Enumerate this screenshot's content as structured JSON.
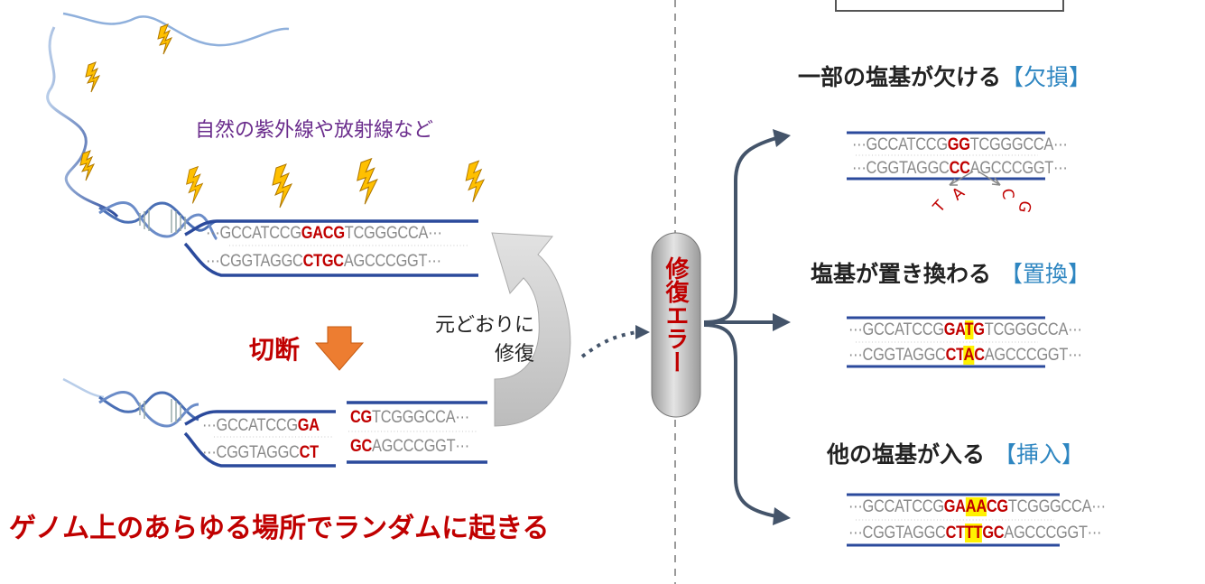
{
  "cause_label": "自然の紫外線や放射線など",
  "cut_label": "切断",
  "repair_label_line1": "元どおりに",
  "repair_label_line2": "修復",
  "repair_error_label": "修復エラー",
  "random_label": "ゲノム上のあらゆる場所でランダムに起きる",
  "top_strand": {
    "upper": [
      {
        "t": "···GCCATCCG"
      },
      {
        "t": "GACG",
        "c": "r"
      },
      {
        "t": "TCGGGCCA···"
      }
    ],
    "lower": [
      {
        "t": "···CGGTAGGC"
      },
      {
        "t": "CTGC",
        "c": "r"
      },
      {
        "t": "AGCCCGGT···"
      }
    ]
  },
  "broken_left": {
    "upper": [
      {
        "t": "···GCCATCCG"
      },
      {
        "t": "GA",
        "c": "r"
      }
    ],
    "lower": [
      {
        "t": "···CGGTAGGC"
      },
      {
        "t": "CT",
        "c": "r"
      }
    ]
  },
  "broken_right": {
    "upper": [
      {
        "t": "CG",
        "c": "r"
      },
      {
        "t": "TCGGGCCA···"
      }
    ],
    "lower": [
      {
        "t": "GC",
        "c": "r"
      },
      {
        "t": "AGCCCGGT···"
      }
    ]
  },
  "deletion": {
    "heading": "一部の塩基が欠ける",
    "tag": "【欠損】",
    "upper": [
      {
        "t": "···GCCATCCG"
      },
      {
        "t": "GG",
        "c": "r"
      },
      {
        "t": "TCGGGCCA···"
      }
    ],
    "lower": [
      {
        "t": "···CGGTAGGC"
      },
      {
        "t": "CC",
        "c": "r"
      },
      {
        "t": "AGCCCGGT···"
      }
    ],
    "removed": [
      "T",
      "A",
      "C",
      "G"
    ]
  },
  "substitution": {
    "heading": "塩基が置き換わる",
    "tag": "【置換】",
    "upper": [
      {
        "t": "···GCCATCCG"
      },
      {
        "t": "GA",
        "c": "r"
      },
      {
        "t": "T",
        "c": "hl"
      },
      {
        "t": "G",
        "c": "r"
      },
      {
        "t": "TCGGGCCA···"
      }
    ],
    "lower": [
      {
        "t": "···CGGTAGGC"
      },
      {
        "t": "CT",
        "c": "r"
      },
      {
        "t": "A",
        "c": "hl"
      },
      {
        "t": "C",
        "c": "r"
      },
      {
        "t": "AGCCCGGT···"
      }
    ]
  },
  "insertion": {
    "heading": "他の塩基が入る",
    "tag": "【挿入】",
    "upper": [
      {
        "t": "···GCCATCCG"
      },
      {
        "t": "GA",
        "c": "r"
      },
      {
        "t": "AA",
        "c": "hl"
      },
      {
        "t": "CG",
        "c": "r"
      },
      {
        "t": "TCGGGCCA···"
      }
    ],
    "lower": [
      {
        "t": "···CGGTAGGC"
      },
      {
        "t": "CT",
        "c": "r"
      },
      {
        "t": "TT",
        "c": "hl"
      },
      {
        "t": "GC",
        "c": "r"
      },
      {
        "t": "AGCCCGGT···"
      }
    ]
  },
  "colors": {
    "strand": "#2b4a9c",
    "dna_light": "#8fb0dc",
    "red": "#c00000",
    "purple": "#6a2c8c",
    "orange": "#ed7d31",
    "bolt": "#ffc000",
    "arrow": "#44546a",
    "highlight": "#fff200"
  }
}
